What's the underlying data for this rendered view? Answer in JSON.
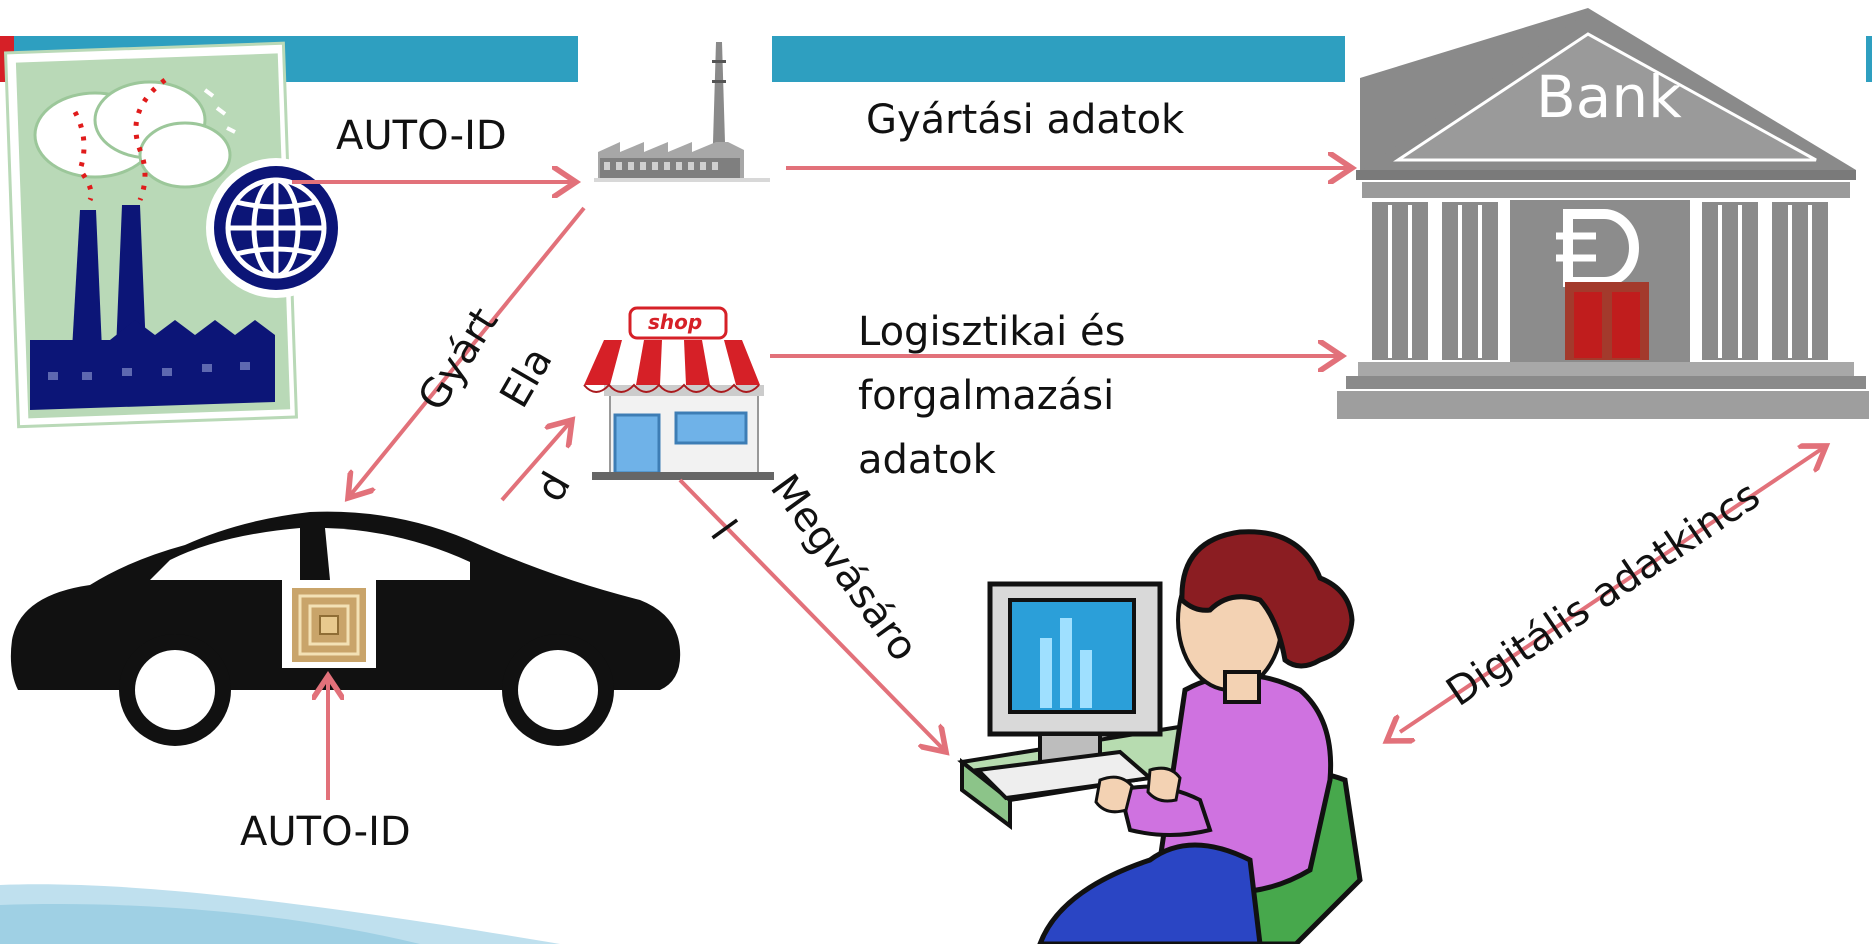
{
  "colors": {
    "header_bar": "#2e9fc0",
    "arrow": "#e2717a",
    "accent_red": "#d62027",
    "slide_wave": "#bfe0ee",
    "factory_bg": "#b9d9b7",
    "factory_dark": "#0c1577",
    "bank_gray": "#8a8a8a",
    "car_black": "#111111"
  },
  "labels": {
    "auto_id_top": "AUTO-ID",
    "auto_id_bottom": "AUTO-ID",
    "gyartasi_adatok": "Gyártási adatok",
    "logisztikai_line1": "Logisztikai és",
    "logisztikai_line2": "forgalmazási",
    "logisztikai_line3": "adatok",
    "gyart": "Gyárt",
    "ela": "Ela",
    "d": "d",
    "megvasaro": "Megvásáro",
    "l": "l",
    "digitalis_adatkincs": "Digitális adatkincs"
  },
  "icons": {
    "bank_sign": "Bank",
    "shop_sign": "shop"
  }
}
